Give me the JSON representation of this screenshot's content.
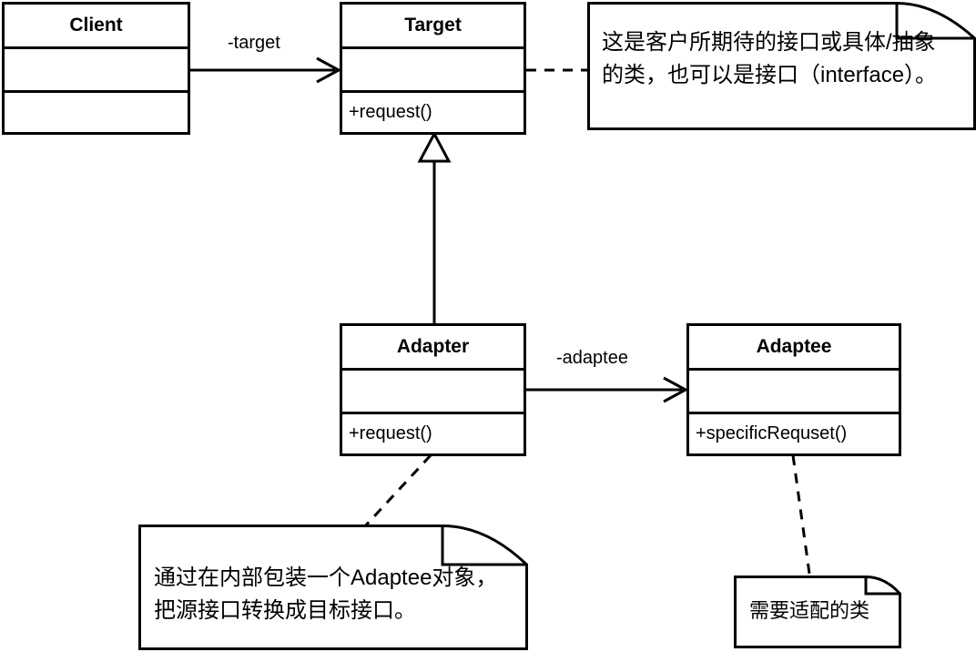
{
  "diagram": {
    "title": "Adapter Pattern UML Class Diagram",
    "background_color": "#ffffff",
    "line_color": "#000000"
  },
  "classes": [
    {
      "id": "client",
      "name": "Client",
      "attributes": "",
      "operations": ""
    },
    {
      "id": "target",
      "name": "Target",
      "attributes": "",
      "operations": "+request()"
    },
    {
      "id": "adapter",
      "name": "Adapter",
      "attributes": "",
      "operations": "+request()"
    },
    {
      "id": "adaptee",
      "name": "Adaptee",
      "attributes": "",
      "operations": "+specificRequset()"
    }
  ],
  "edges": [
    {
      "id": "client-target",
      "label": "-target",
      "from": "client",
      "to": "target",
      "kind": "association-arrow"
    },
    {
      "id": "adapter-adaptee",
      "label": "-adaptee",
      "from": "adapter",
      "to": "adaptee",
      "kind": "association-arrow"
    },
    {
      "id": "adapter-target",
      "label": "",
      "from": "adapter",
      "to": "target",
      "kind": "generalization"
    }
  ],
  "notes": [
    {
      "id": "note-target",
      "line1": "这是客户所期待的接口或具体/抽象",
      "line2": "的类，也可以是接口（interface）。",
      "attached_to": "target",
      "connector": "dashed"
    },
    {
      "id": "note-adapter",
      "line1": "通过在内部包装一个Adaptee对象，",
      "line2": "把源接口转换成目标接口。",
      "attached_to": "adapter",
      "connector": "dashed"
    },
    {
      "id": "note-adaptee",
      "line1": "需要适配的类",
      "line2": "",
      "attached_to": "adaptee",
      "connector": "dashed"
    }
  ]
}
